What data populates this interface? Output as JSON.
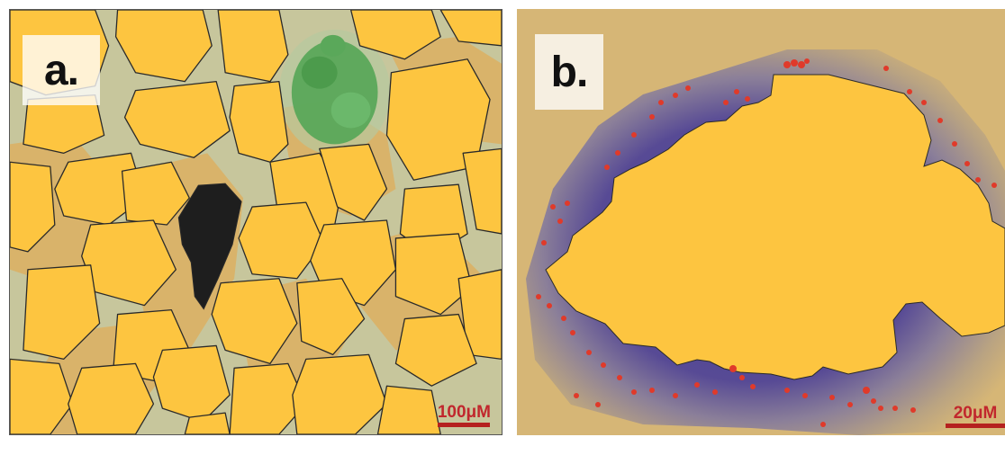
{
  "figure": {
    "panels": [
      {
        "id": "a",
        "label": "a.",
        "scale_label": "100μM"
      },
      {
        "id": "b",
        "label": "b.",
        "scale_label": "20μM"
      }
    ]
  },
  "colors": {
    "grain": "#fdc540",
    "grain_outline": "#2a2a2a",
    "pore_fluid": "#c7c69c",
    "cement": "#d9b36a",
    "organic_void": "#1e1e1e",
    "biofilm": "#5aa85a",
    "gradient_inner": "#4b3f8f",
    "gradient_outer": "#d6b676",
    "particles": "#e03a2a",
    "scale_bar": "#b5211f"
  }
}
